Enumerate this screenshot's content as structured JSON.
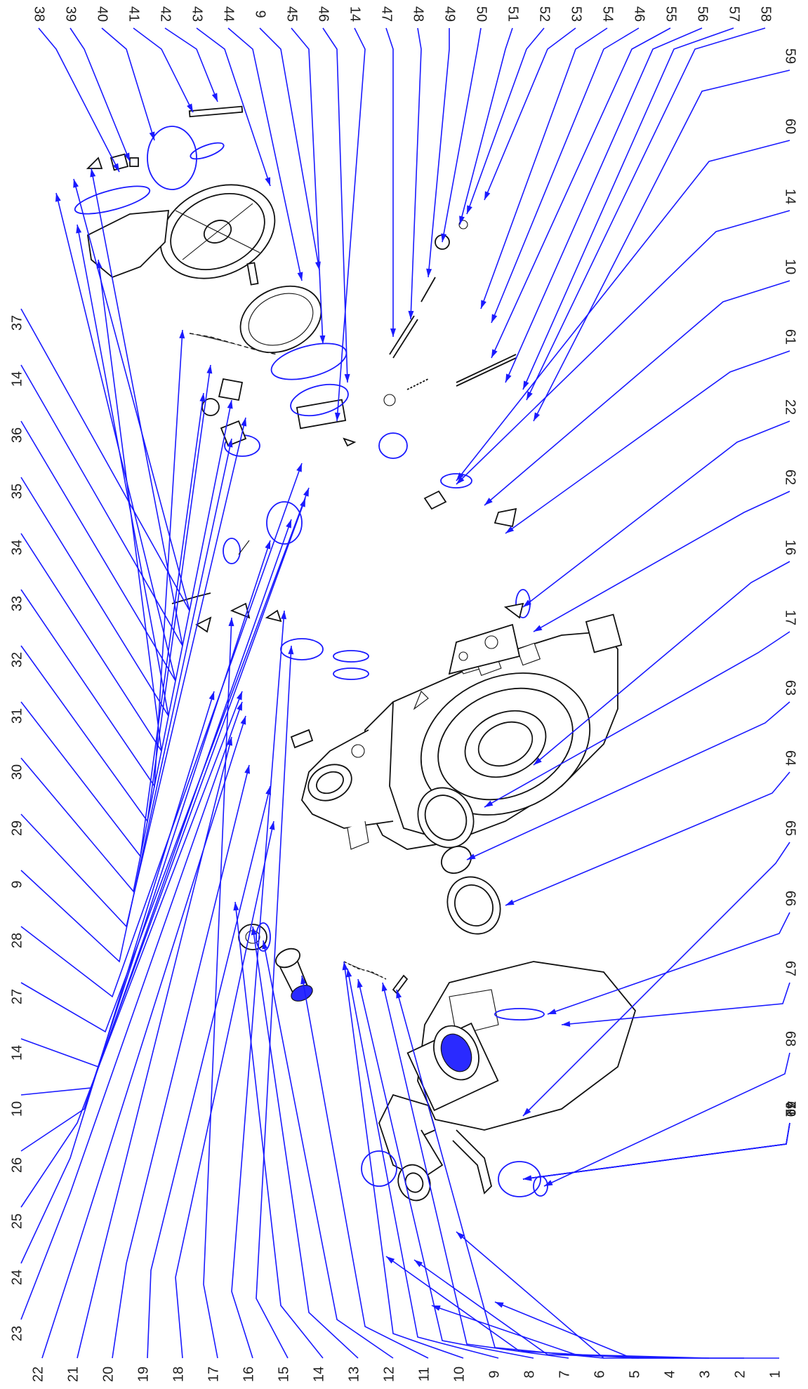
{
  "diagram": {
    "labels": [
      "1",
      "2",
      "3",
      "4",
      "5",
      "6",
      "7",
      "8",
      "9",
      "10",
      "11",
      "12",
      "13",
      "14",
      "15",
      "16",
      "17",
      "18",
      "19",
      "20",
      "21",
      "22",
      "23",
      "24",
      "25",
      "26",
      "10",
      "14",
      "27",
      "28",
      "9",
      "29",
      "30",
      "31",
      "32",
      "33",
      "34",
      "35",
      "36",
      "14",
      "37",
      "38",
      "39",
      "40",
      "41",
      "42",
      "43",
      "44",
      "9",
      "45",
      "46",
      "14",
      "47",
      "48",
      "49",
      "50",
      "51",
      "52",
      "53",
      "54",
      "46",
      "55",
      "56",
      "57",
      "58",
      "59",
      "60",
      "14",
      "10",
      "61",
      "22",
      "62",
      "16",
      "17",
      "63",
      "64",
      "65",
      "66",
      "67",
      "68",
      "69",
      "41",
      "42",
      "70",
      "71"
    ],
    "colors": {
      "leader": "#1a1aff",
      "line": "#111111",
      "highlight": "#2a2aff"
    }
  }
}
